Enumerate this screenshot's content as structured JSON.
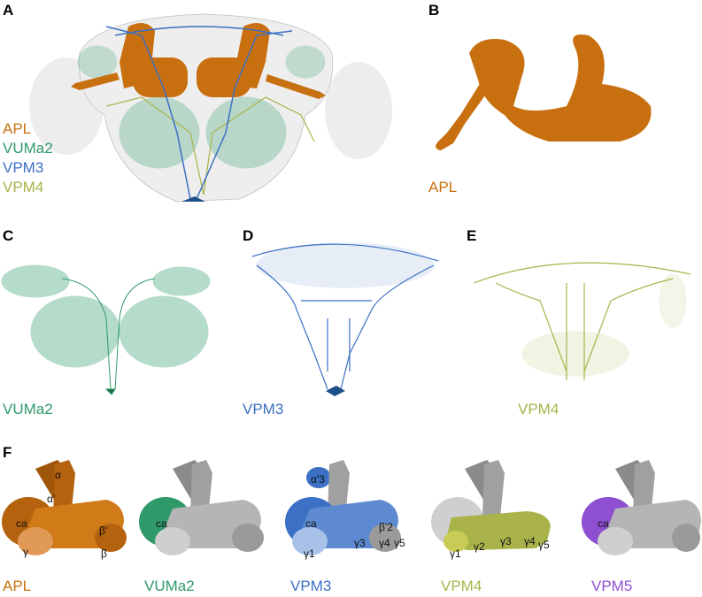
{
  "panels": {
    "A": {
      "letter": "A",
      "labels": [
        "APL",
        "VUMa2",
        "VPM3",
        "VPM4"
      ]
    },
    "B": {
      "letter": "B",
      "label": "APL"
    },
    "C": {
      "letter": "C",
      "label": "VUMa2"
    },
    "D": {
      "letter": "D",
      "label": "VPM3"
    },
    "E": {
      "letter": "E",
      "label": "VPM4"
    },
    "F": {
      "letter": "F",
      "mb_labels": {
        "ca": "ca",
        "alpha": "α",
        "alpha_prime": "α'",
        "beta_prime": "β'",
        "beta": "β",
        "gamma": "γ",
        "alpha3": "α'3",
        "beta2": "β'2",
        "g1": "γ1",
        "g2": "γ2",
        "g3": "γ3",
        "g4": "γ4",
        "g5": "γ5"
      },
      "names": [
        "APL",
        "VUMa2",
        "VPM3",
        "VPM4",
        "VPM5"
      ]
    }
  },
  "colors": {
    "apl": "#c8700f",
    "vuma2": "#2e9a6a",
    "vpm3": "#3b70c4",
    "vpm4": "#a9b34a",
    "vpm5": "#8e4fd0",
    "grey": "#a8a8a8",
    "grey_dark": "#8a8a8a"
  }
}
